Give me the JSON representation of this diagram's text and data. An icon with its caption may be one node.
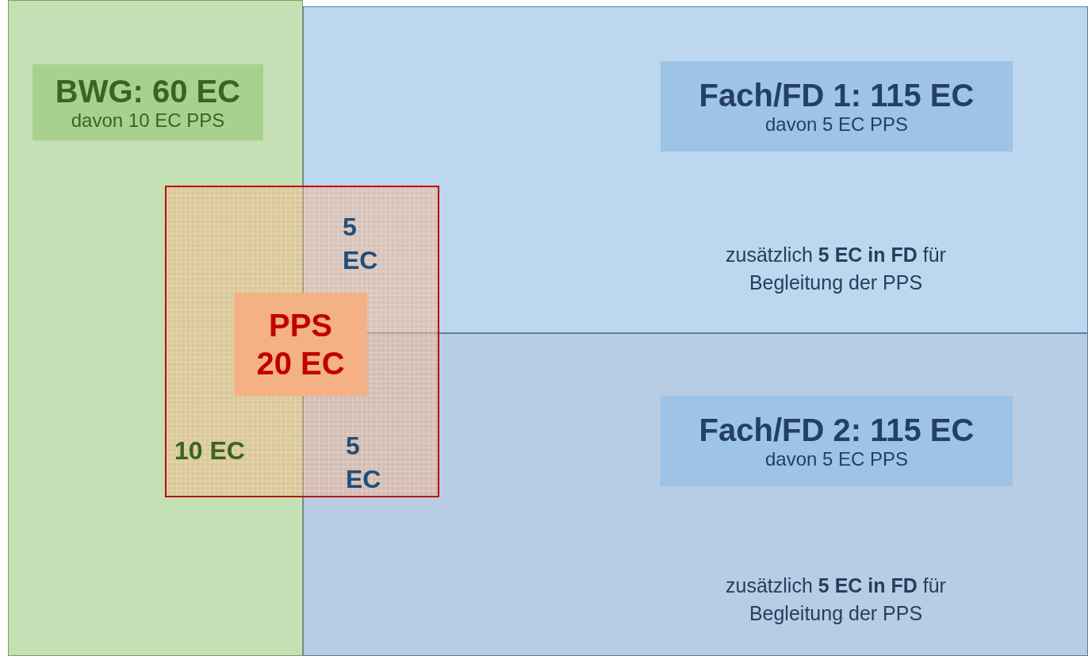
{
  "diagram": {
    "nodes": [
      {
        "text": [],
        "shape": "box"
      },
      {
        "text": [
          "BWG: 60 EC",
          "davon 10 EC PPS"
        ],
        "in": 0
      },
      {
        "text": [
          "zusätzlich **5 EC in FD** für Begleitung der PPS"
        ]
      },
      {
        "text": [
          "Fach/FD 1: 115 EC",
          "davon 5 EC PPS"
        ],
        "in": 2
      },
      {
        "text": [
          "zusätzlich **5 EC in FD** für Begleitung der PPS"
        ]
      },
      {
        "text": [
          "Fach/FD 2: 115 EC",
          "davon 5 EC PPS"
        ],
        "in": 4
      },
      {
        "text": [
          "5 EC",
          "10 EC",
          "5 EC"
        ]
      },
      {
        "text": [
          "PPS 20 EC"
        ],
        "in": 6
      }
    ]
  }
}
